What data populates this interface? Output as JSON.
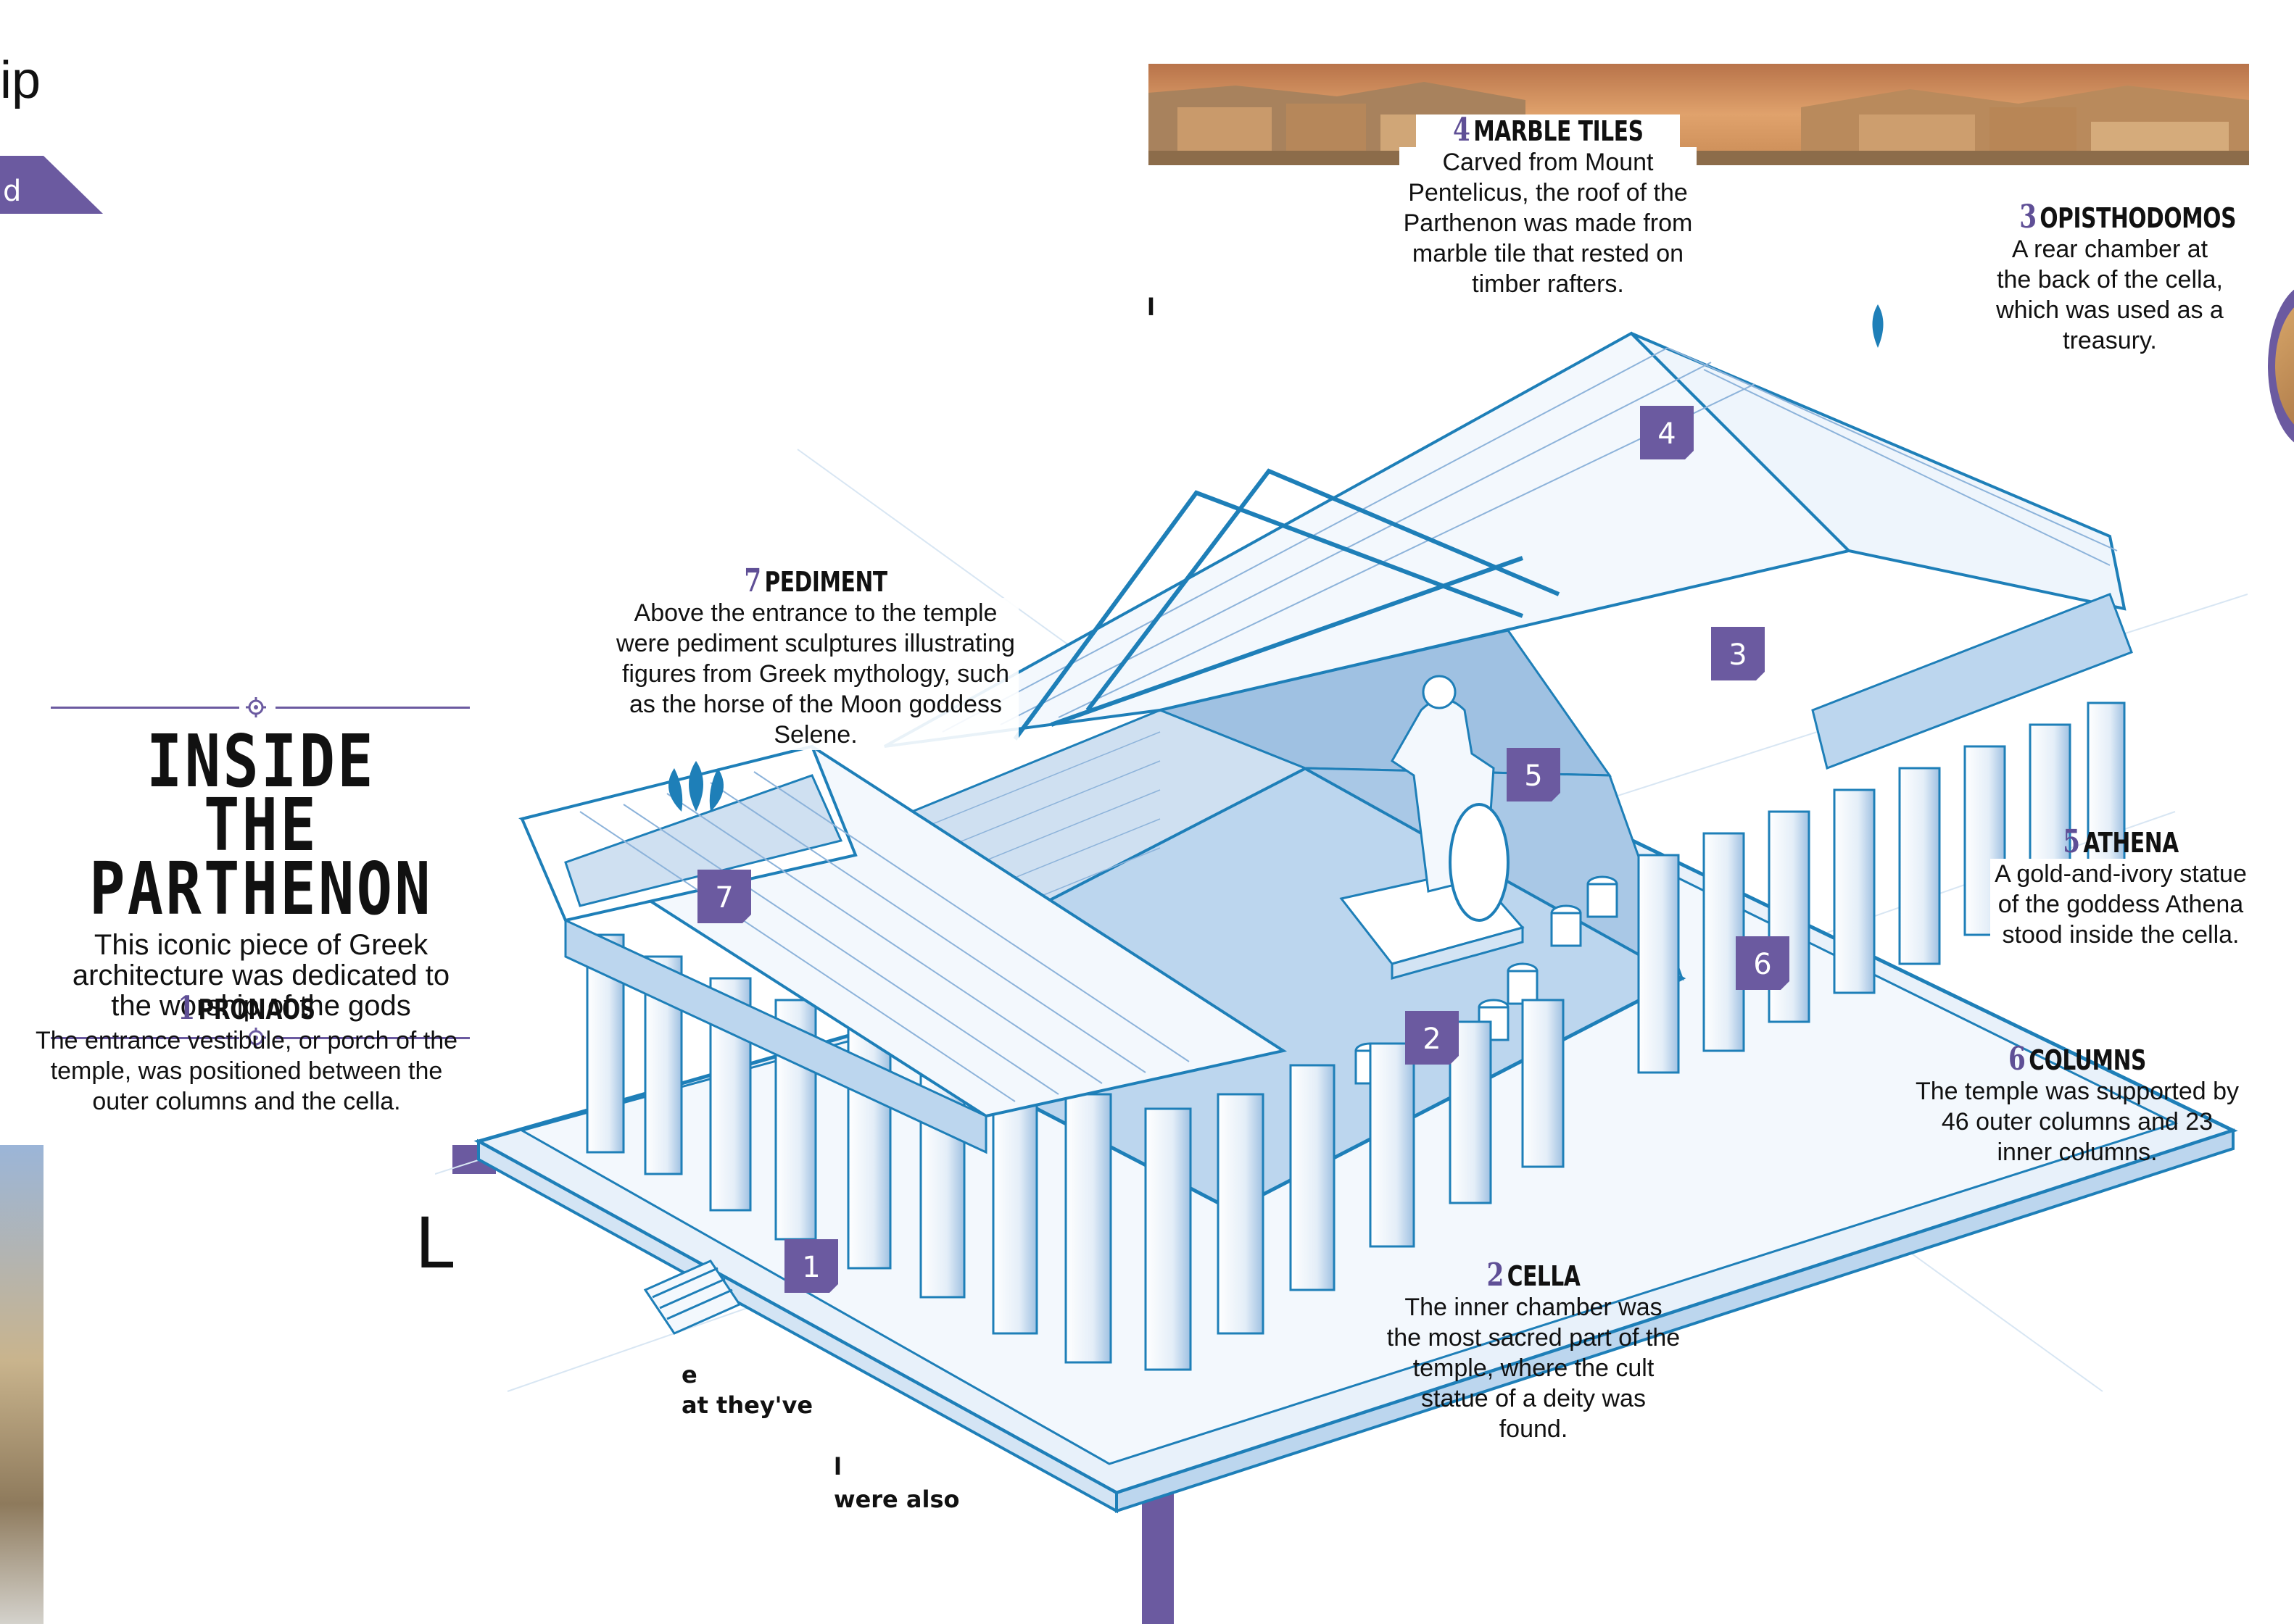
{
  "fragments": {
    "top_left": "ip",
    "tri_text": "d",
    "mid_left": "L",
    "frag_1": "e",
    "frag_2": "at they've",
    "frag_3": "l",
    "frag_4": "were also",
    "frag_5": "l"
  },
  "title_block": {
    "title_line1": "INSIDE THE",
    "title_line2": "PARTHENON",
    "subtitle": "This iconic piece of Greek architecture was dedicated to the worship of the gods"
  },
  "callouts": [
    {
      "num": "1",
      "name": "PRONAOS",
      "text": "The entrance vestibule, or porch of the temple, was positioned between the outer columns and the cella."
    },
    {
      "num": "2",
      "name": "CELLA",
      "text": "The inner chamber was the most sacred part of the temple, where the cult statue of a deity was found."
    },
    {
      "num": "3",
      "name": "OPISTHODOMOS",
      "text": "A rear chamber at the back of the cella, which was used as a treasury."
    },
    {
      "num": "4",
      "name": "MARBLE TILES",
      "text": "Carved from Mount Pentelicus, the roof of the Parthenon was made from marble tile that rested on timber rafters."
    },
    {
      "num": "5",
      "name": "ATHENA",
      "text": "A gold-and-ivory statue of the goddess Athena stood inside the cella."
    },
    {
      "num": "6",
      "name": "COLUMNS",
      "text": "The temple was supported by 46 outer columns and 23 inner columns."
    },
    {
      "num": "7",
      "name": "PEDIMENT",
      "text": "Above the entrance to the temple were pediment sculptures illustrating figures from Greek mythology, such as the horse of the Moon goddess Selene."
    }
  ],
  "markers": [
    "1",
    "2",
    "3",
    "4",
    "5",
    "6",
    "7"
  ],
  "colors": {
    "accent": "#6b5aa0",
    "line_blue": "#1e7fb8",
    "light_blue": "#bcd6ee",
    "pale_blue": "#e3eef9"
  }
}
